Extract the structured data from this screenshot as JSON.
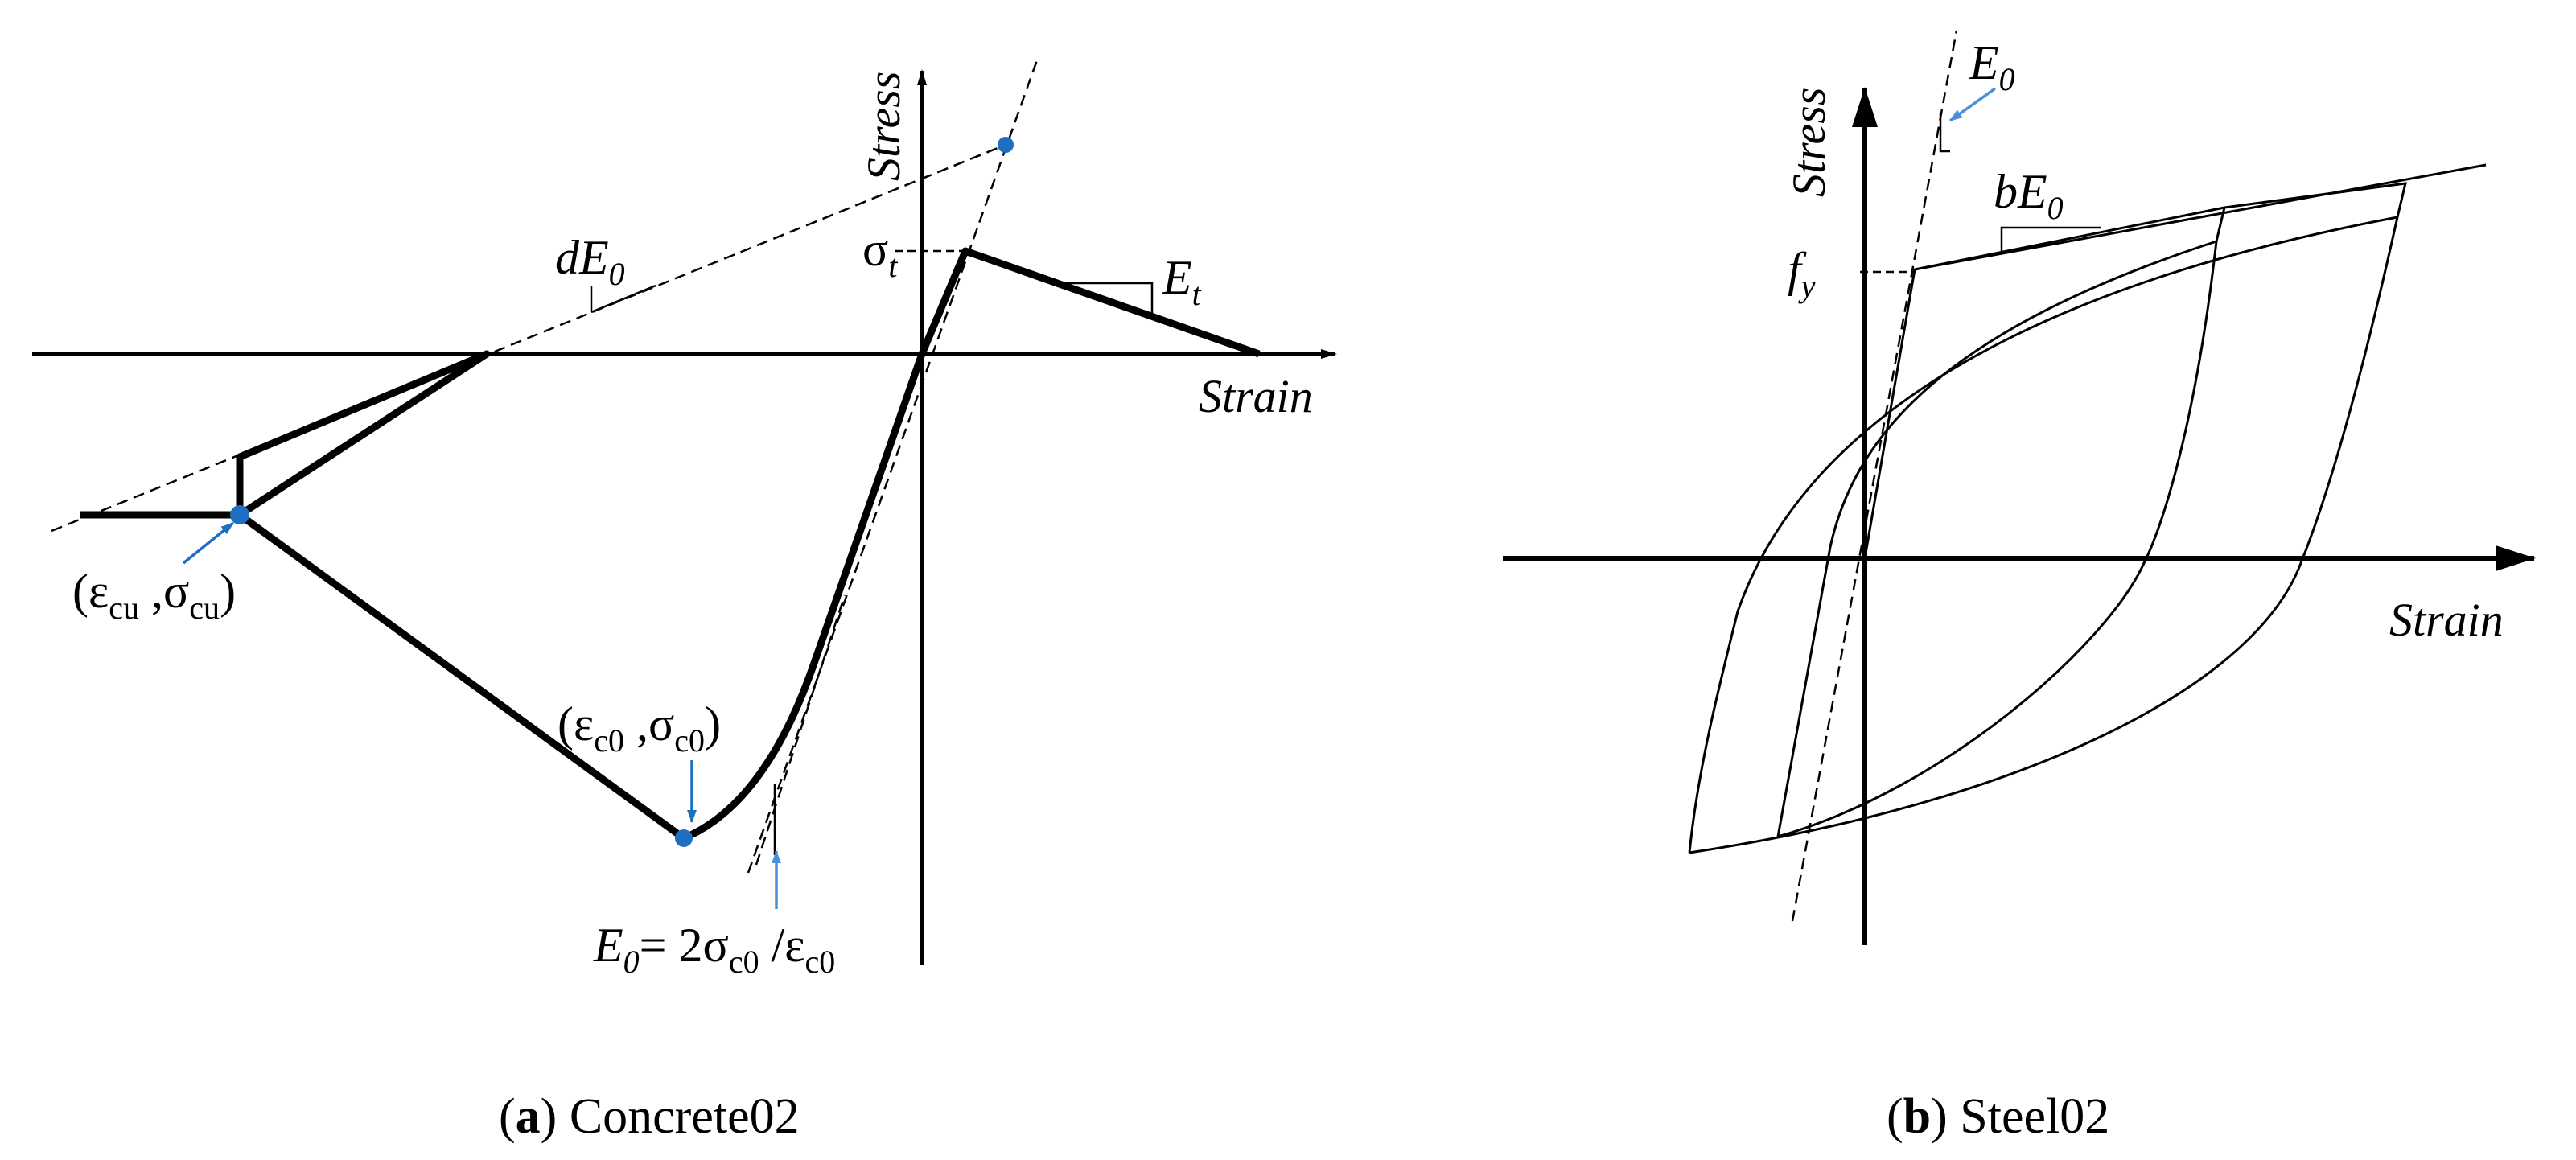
{
  "panel_a": {
    "axes": {
      "x_label": "Strain",
      "y_label": "Stress"
    },
    "labels": {
      "sigma_t": {
        "base": "σ",
        "sub": "t"
      },
      "e_t": {
        "base": "E",
        "sub": "t"
      },
      "de0": {
        "base": "dE",
        "sub": "0"
      },
      "peak_point": {
        "open": "(ε",
        "sub1": "c0",
        "sep": " ,σ",
        "sub2": "c0",
        "close": ")"
      },
      "ultimate_point": {
        "open": "(ε",
        "sub1": "cu",
        "sep": " ,σ",
        "sub2": "cu",
        "close": ")"
      },
      "e0_formula": {
        "e": "E",
        "e_sub": "0",
        "eq": "= 2σ",
        "num_sub": "c0",
        "div": " /ε",
        "den_sub": "c0"
      }
    },
    "caption": {
      "open": "(",
      "letter": "a",
      "close": ")",
      "name": " Concrete02"
    },
    "colors": {
      "marker": "#1f6fc1",
      "arrow": "#4a90d9",
      "curve": "#000000"
    }
  },
  "panel_b": {
    "axes": {
      "x_label": "Strain",
      "y_label": "Stress"
    },
    "labels": {
      "e0": {
        "base": "E",
        "sub": "0"
      },
      "be0": {
        "base": "bE",
        "sub": "0"
      },
      "fy": {
        "base": "f",
        "sub": "y"
      }
    },
    "caption": {
      "open": "(",
      "letter": "b",
      "close": ")",
      "name": " Steel02"
    }
  }
}
